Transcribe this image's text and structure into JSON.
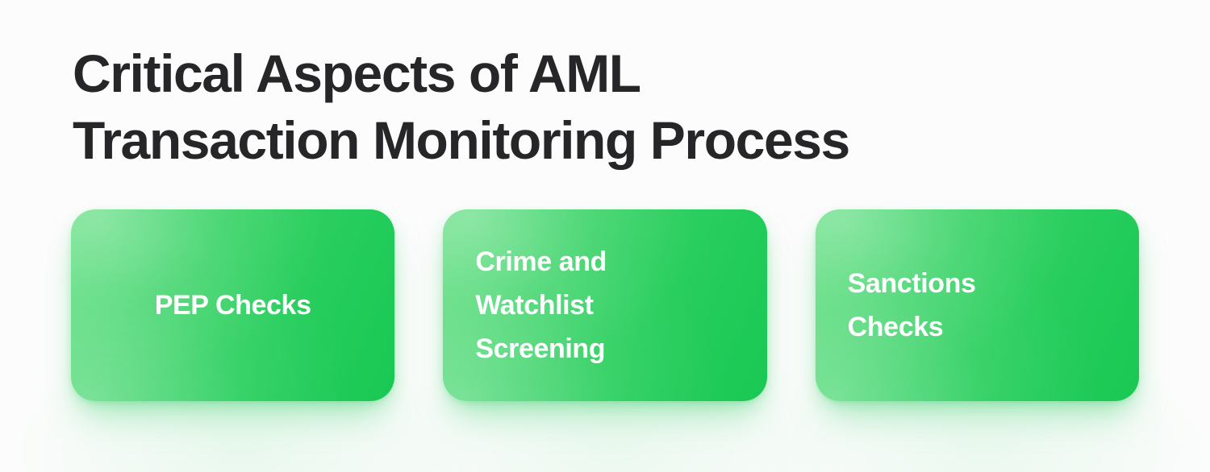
{
  "background_color": "#fcfcfc",
  "heading": {
    "text": "Critical Aspects of AML\nTransaction Monitoring Process",
    "color": "#262629"
  },
  "cards": [
    {
      "label": "PEP Checks",
      "align": "center",
      "text_color": "#ffffff",
      "gradient_from": "#56dc78",
      "gradient_to": "#19c853"
    },
    {
      "label": "Crime and\nWatchlist\nScreening",
      "align": "left",
      "text_color": "#ffffff",
      "gradient_from": "#56dc78",
      "gradient_to": "#19c853"
    },
    {
      "label": "Sanctions\nChecks",
      "align": "left",
      "text_color": "#ffffff",
      "gradient_from": "#56dc78",
      "gradient_to": "#19c853"
    }
  ]
}
